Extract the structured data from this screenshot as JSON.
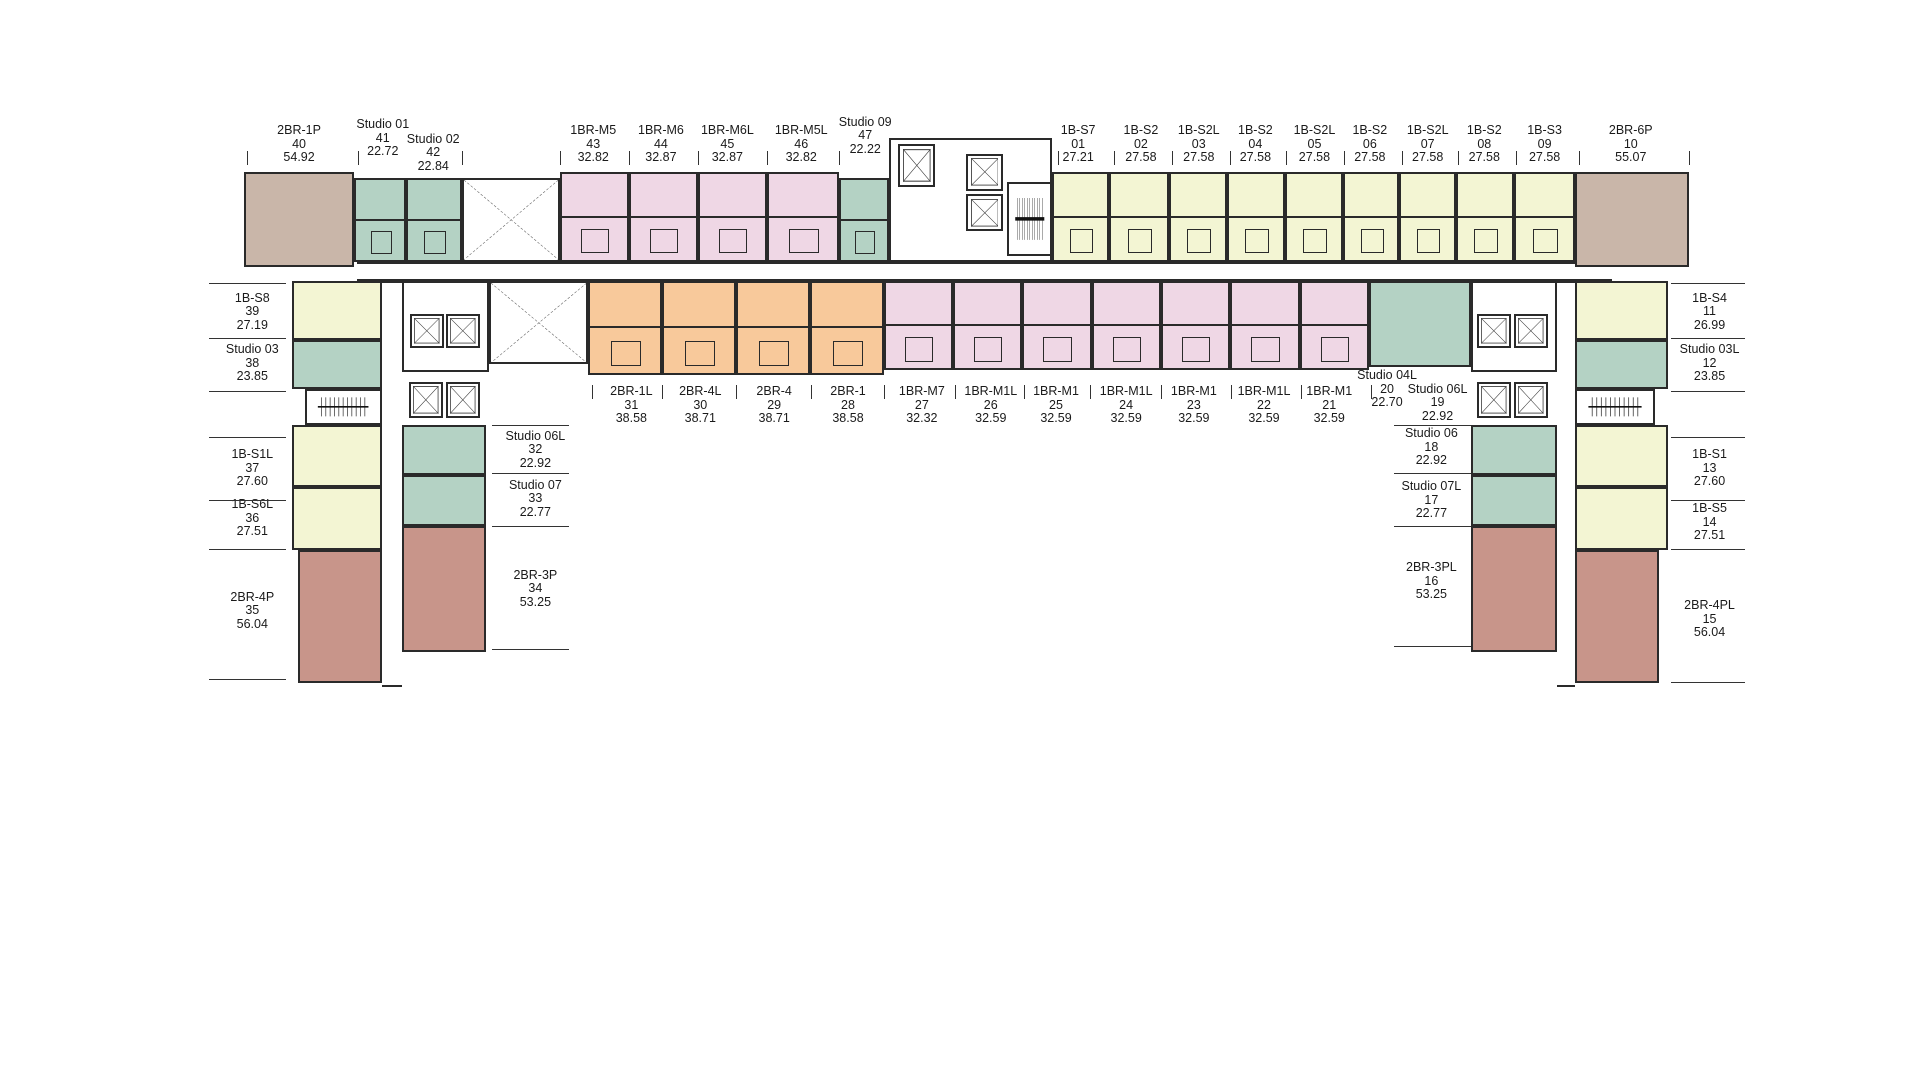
{
  "colors": {
    "two_bed_tan": "#c9b6a9",
    "studio_green": "#b4d2c4",
    "one_bed_m_pink": "#efd7e5",
    "one_bed_s_yellow": "#f3f5d3",
    "two_bed_orange": "#f8c99b",
    "two_bed_red": "#c8958a"
  },
  "units": [
    {
      "type": "2BR-1P",
      "no": "40",
      "area": "54.92"
    },
    {
      "type": "Studio 01",
      "no": "41",
      "area": "22.72"
    },
    {
      "type": "Studio 02",
      "no": "42",
      "area": "22.84"
    },
    {
      "type": "1BR-M5",
      "no": "43",
      "area": "32.82"
    },
    {
      "type": "1BR-M6",
      "no": "44",
      "area": "32.87"
    },
    {
      "type": "1BR-M6L",
      "no": "45",
      "area": "32.87"
    },
    {
      "type": "1BR-M5L",
      "no": "46",
      "area": "32.82"
    },
    {
      "type": "Studio 09",
      "no": "47",
      "area": "22.22"
    },
    {
      "type": "1B-S7",
      "no": "01",
      "area": "27.21"
    },
    {
      "type": "1B-S2",
      "no": "02",
      "area": "27.58"
    },
    {
      "type": "1B-S2L",
      "no": "03",
      "area": "27.58"
    },
    {
      "type": "1B-S2",
      "no": "04",
      "area": "27.58"
    },
    {
      "type": "1B-S2L",
      "no": "05",
      "area": "27.58"
    },
    {
      "type": "1B-S2",
      "no": "06",
      "area": "27.58"
    },
    {
      "type": "1B-S2L",
      "no": "07",
      "area": "27.58"
    },
    {
      "type": "1B-S2",
      "no": "08",
      "area": "27.58"
    },
    {
      "type": "1B-S3",
      "no": "09",
      "area": "27.58"
    },
    {
      "type": "2BR-6P",
      "no": "10",
      "area": "55.07"
    },
    {
      "type": "2BR-1L",
      "no": "31",
      "area": "38.58"
    },
    {
      "type": "2BR-4L",
      "no": "30",
      "area": "38.71"
    },
    {
      "type": "2BR-4",
      "no": "29",
      "area": "38.71"
    },
    {
      "type": "2BR-1",
      "no": "28",
      "area": "38.58"
    },
    {
      "type": "1BR-M7",
      "no": "27",
      "area": "32.32"
    },
    {
      "type": "1BR-M1L",
      "no": "26",
      "area": "32.59"
    },
    {
      "type": "1BR-M1",
      "no": "25",
      "area": "32.59"
    },
    {
      "type": "1BR-M1L",
      "no": "24",
      "area": "32.59"
    },
    {
      "type": "1BR-M1",
      "no": "23",
      "area": "32.59"
    },
    {
      "type": "1BR-M1L",
      "no": "22",
      "area": "32.59"
    },
    {
      "type": "1BR-M1",
      "no": "21",
      "area": "32.59"
    },
    {
      "type": "Studio 04L",
      "no": "20",
      "area": "22.70"
    },
    {
      "type": "Studio 06L",
      "no": "19",
      "area": "22.92"
    },
    {
      "type": "1B-S8",
      "no": "39",
      "area": "27.19"
    },
    {
      "type": "Studio 03",
      "no": "38",
      "area": "23.85"
    },
    {
      "type": "1B-S1L",
      "no": "37",
      "area": "27.60"
    },
    {
      "type": "1B-S6L",
      "no": "36",
      "area": "27.51"
    },
    {
      "type": "2BR-4P",
      "no": "35",
      "area": "56.04"
    },
    {
      "type": "Studio 06L",
      "no": "32",
      "area": "22.92"
    },
    {
      "type": "Studio 07",
      "no": "33",
      "area": "22.77"
    },
    {
      "type": "2BR-3P",
      "no": "34",
      "area": "53.25"
    },
    {
      "type": "Studio 06",
      "no": "18",
      "area": "22.92"
    },
    {
      "type": "Studio 07L",
      "no": "17",
      "area": "22.77"
    },
    {
      "type": "2BR-3PL",
      "no": "16",
      "area": "53.25"
    },
    {
      "type": "1B-S4",
      "no": "11",
      "area": "26.99"
    },
    {
      "type": "Studio 03L",
      "no": "12",
      "area": "23.85"
    },
    {
      "type": "1B-S1",
      "no": "13",
      "area": "27.60"
    },
    {
      "type": "1B-S5",
      "no": "14",
      "area": "27.51"
    },
    {
      "type": "2BR-4PL",
      "no": "15",
      "area": "56.04"
    }
  ]
}
